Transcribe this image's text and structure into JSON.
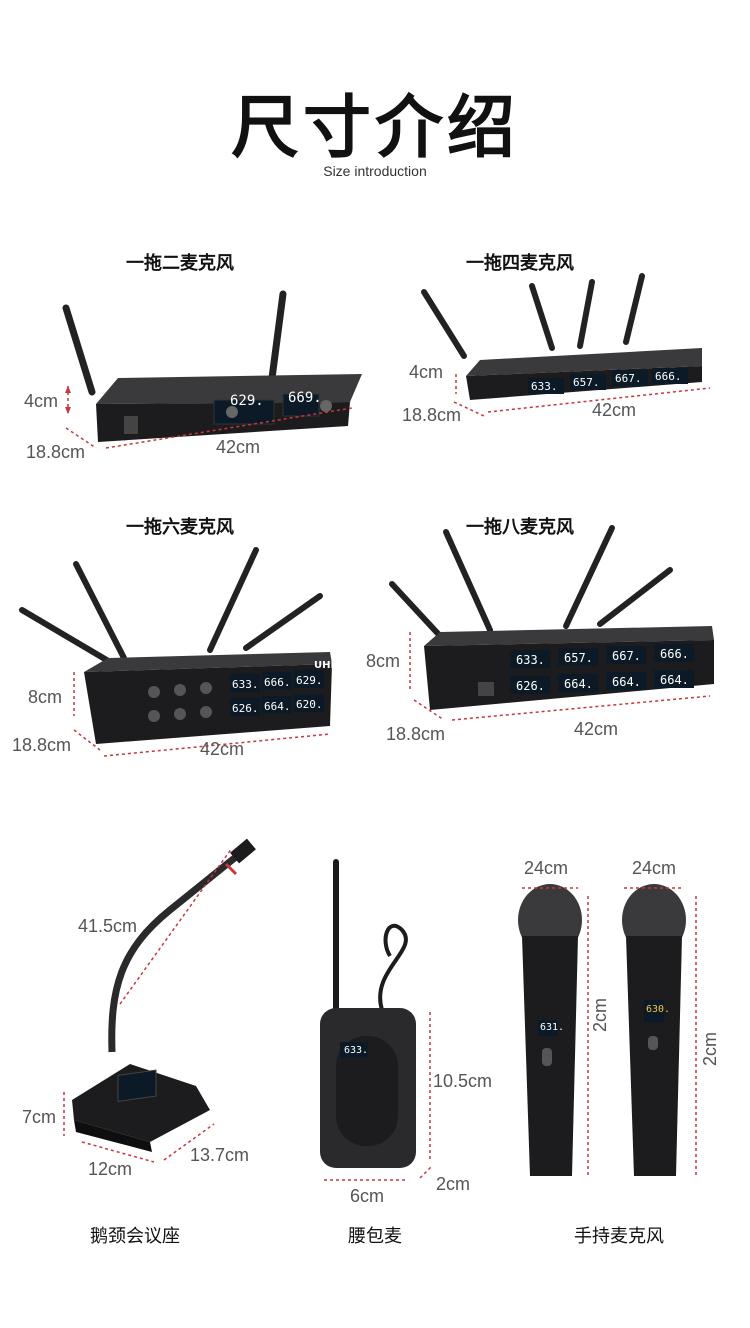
{
  "header": {
    "title": "尺寸介绍",
    "subtitle": "Size introduction"
  },
  "products": {
    "rx2": {
      "title": "一拖二麦克风",
      "height": "4cm",
      "depth": "18.8cm",
      "width": "42cm",
      "displays": [
        "629.",
        "669."
      ]
    },
    "rx4": {
      "title": "一拖四麦克风",
      "height": "4cm",
      "depth": "18.8cm",
      "width": "42cm",
      "displays": [
        "633.",
        "657.",
        "667.",
        "666."
      ]
    },
    "rx6": {
      "title": "一拖六麦克风",
      "height": "8cm",
      "depth": "18.8cm",
      "width": "42cm",
      "displays": [
        "633.",
        "666.",
        "629.",
        "626.",
        "664.",
        "620."
      ],
      "badge": "UHF"
    },
    "rx8": {
      "title": "一拖八麦克风",
      "height": "8cm",
      "depth": "18.8cm",
      "width": "42cm",
      "displays": [
        "633.",
        "657.",
        "667.",
        "666.",
        "626.",
        "664.",
        "664.",
        "664."
      ]
    },
    "gooseneck": {
      "caption": "鹅颈会议座",
      "neck": "41.5cm",
      "height": "7cm",
      "width": "12cm",
      "depth": "13.7cm"
    },
    "bodypack": {
      "caption": "腰包麦",
      "height": "10.5cm",
      "width": "6cm",
      "depth": "2cm",
      "display": "633."
    },
    "handheld": {
      "caption": "手持麦克风",
      "length1": "24cm",
      "length2": "24cm",
      "diameter1": "2cm",
      "diameter2": "2cm",
      "display1": "631.",
      "display2": "630."
    }
  },
  "colors": {
    "dimension_line": "#c8373a",
    "device_body": "#1c1c1e",
    "lcd_blue": "#5ab4e8"
  }
}
